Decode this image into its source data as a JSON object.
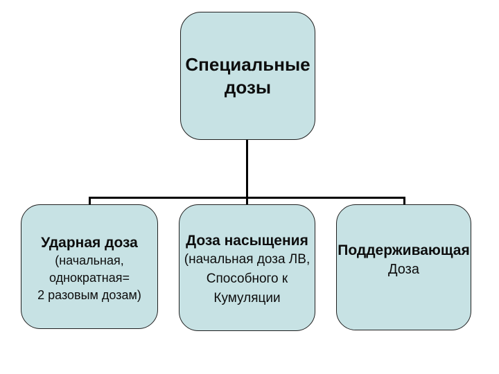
{
  "colors": {
    "background": "#ffffff",
    "box_fill": "#c7e2e4",
    "box_border": "#1f1f1f",
    "connector_line": "#000000",
    "text": "#0d0d0d"
  },
  "diagram": {
    "root": {
      "title_line1": "Специальные",
      "title_line2": "дозы"
    },
    "children": [
      {
        "title": "Ударная доза",
        "sub1": "(начальная,",
        "sub2": "однократная=",
        "sub3": "2 разовым дозам)"
      },
      {
        "title": "Доза насыщения",
        "sub1": "(начальная доза ЛВ,",
        "sub2": "Способного к",
        "sub3": "Кумуляции"
      },
      {
        "title": "Поддерживающая",
        "sub1": "Доза"
      }
    ]
  }
}
